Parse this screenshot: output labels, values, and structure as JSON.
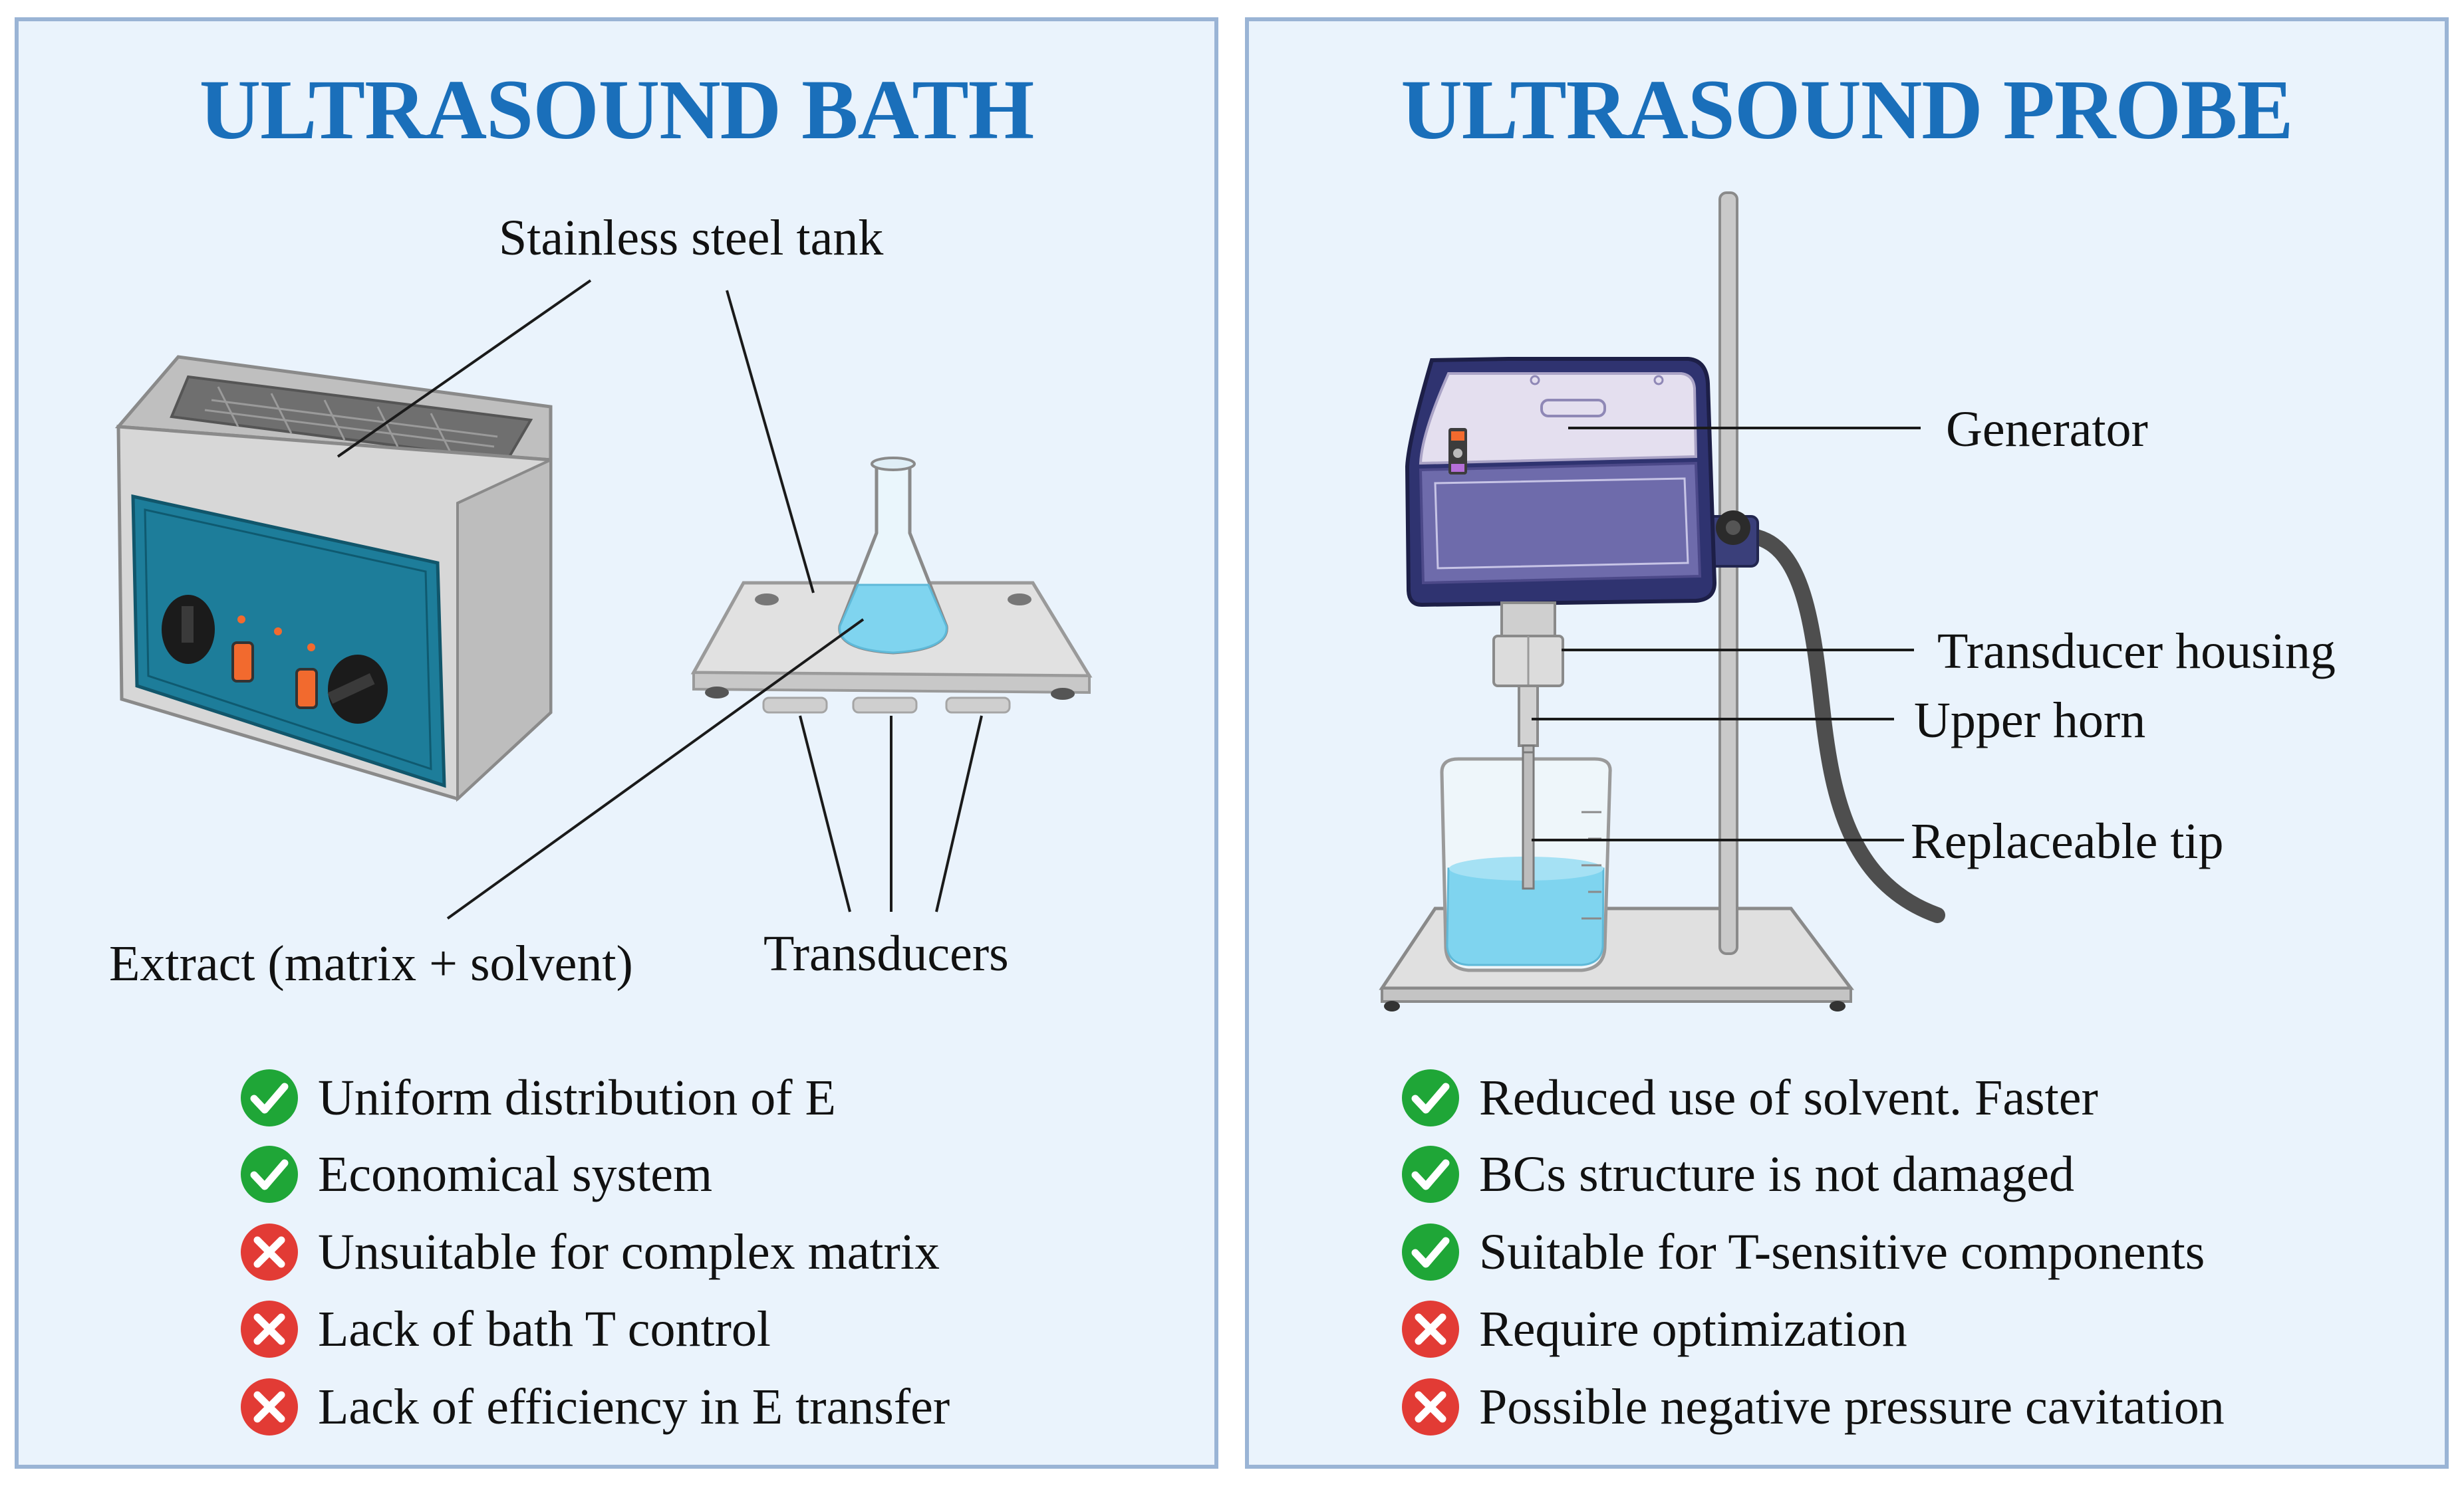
{
  "left": {
    "title": "ULTRASOUND BATH",
    "labels": {
      "tank": "Stainless steel tank",
      "extract": "Extract (matrix + solvent)",
      "transducers": "Transducers"
    },
    "items": [
      {
        "text": "Uniform distribution of E",
        "status": "check"
      },
      {
        "text": "Economical system",
        "status": "check"
      },
      {
        "text": "Unsuitable for complex matrix",
        "status": "cross"
      },
      {
        "text": "Lack of bath T control",
        "status": "cross"
      },
      {
        "text": "Lack of efficiency in  E transfer",
        "status": "cross"
      }
    ]
  },
  "right": {
    "title": "ULTRASOUND PROBE",
    "labels": {
      "generator": "Generator",
      "housing": "Transducer housing",
      "upper_horn": "Upper horn",
      "tip": "Replaceable tip"
    },
    "items": [
      {
        "text": "Reduced use of solvent. Faster",
        "status": "check"
      },
      {
        "text": "BCs structure is not damaged",
        "status": "check"
      },
      {
        "text": "Suitable for T-sensitive components",
        "status": "check"
      },
      {
        "text": "Require optimization",
        "status": "cross"
      },
      {
        "text": "Possible negative pressure cavitation",
        "status": "cross"
      }
    ]
  },
  "colors": {
    "title": "#1a6fba",
    "panel_bg": "#eaf3fc",
    "panel_border": "#9ab4d5",
    "check": "#1fa637",
    "cross": "#e23b35"
  }
}
